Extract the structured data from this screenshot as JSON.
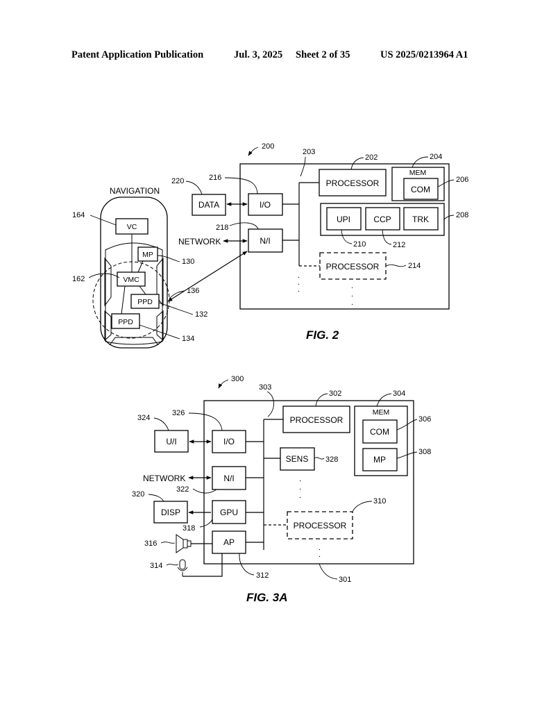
{
  "header": {
    "publication": "Patent Application Publication",
    "date": "Jul. 3, 2025",
    "sheet": "Sheet 2 of 35",
    "number": "US 2025/0213964 A1"
  },
  "fig2": {
    "caption": "FIG. 2",
    "vehicle": {
      "title": "NAVIGATION",
      "title_ref": "103",
      "vc": "VC",
      "mp": "MP",
      "vmc": "VMC",
      "ppd_a": "PPD",
      "ppd_b": "PPD"
    },
    "system": {
      "processor": "PROCESSOR",
      "mem": "MEM",
      "com": "COM",
      "upi": "UPI",
      "ccp": "CCP",
      "trk": "TRK",
      "processor_dashed": "PROCESSOR",
      "io": "I/O",
      "ni": "N/I",
      "data": "DATA",
      "network": "NETWORK"
    },
    "refs": {
      "r200": "200",
      "r203": "203",
      "r202": "202",
      "r204": "204",
      "r206": "206",
      "r208": "208",
      "r210": "210",
      "r212": "212",
      "r214": "214",
      "r216": "216",
      "r218": "218",
      "r220": "220",
      "r164": "164",
      "r162": "162",
      "r130": "130",
      "r136": "136",
      "r132": "132",
      "r134": "134"
    }
  },
  "fig3a": {
    "caption": "FIG. 3A",
    "system": {
      "processor": "PROCESSOR",
      "mem": "MEM",
      "com": "COM",
      "mp": "MP",
      "sens": "SENS",
      "processor_dashed": "PROCESSOR",
      "io": "I/O",
      "ni": "N/I",
      "gpu": "GPU",
      "ap": "AP",
      "ui": "U/I",
      "disp": "DISP",
      "network": "NETWORK"
    },
    "refs": {
      "r300": "300",
      "r303": "303",
      "r302": "302",
      "r304": "304",
      "r306": "306",
      "r308": "308",
      "r328": "328",
      "r310": "310",
      "r324": "324",
      "r326": "326",
      "r322": "322",
      "r320": "320",
      "r318": "318",
      "r316": "316",
      "r314": "314",
      "r312": "312",
      "r301": "301"
    }
  }
}
